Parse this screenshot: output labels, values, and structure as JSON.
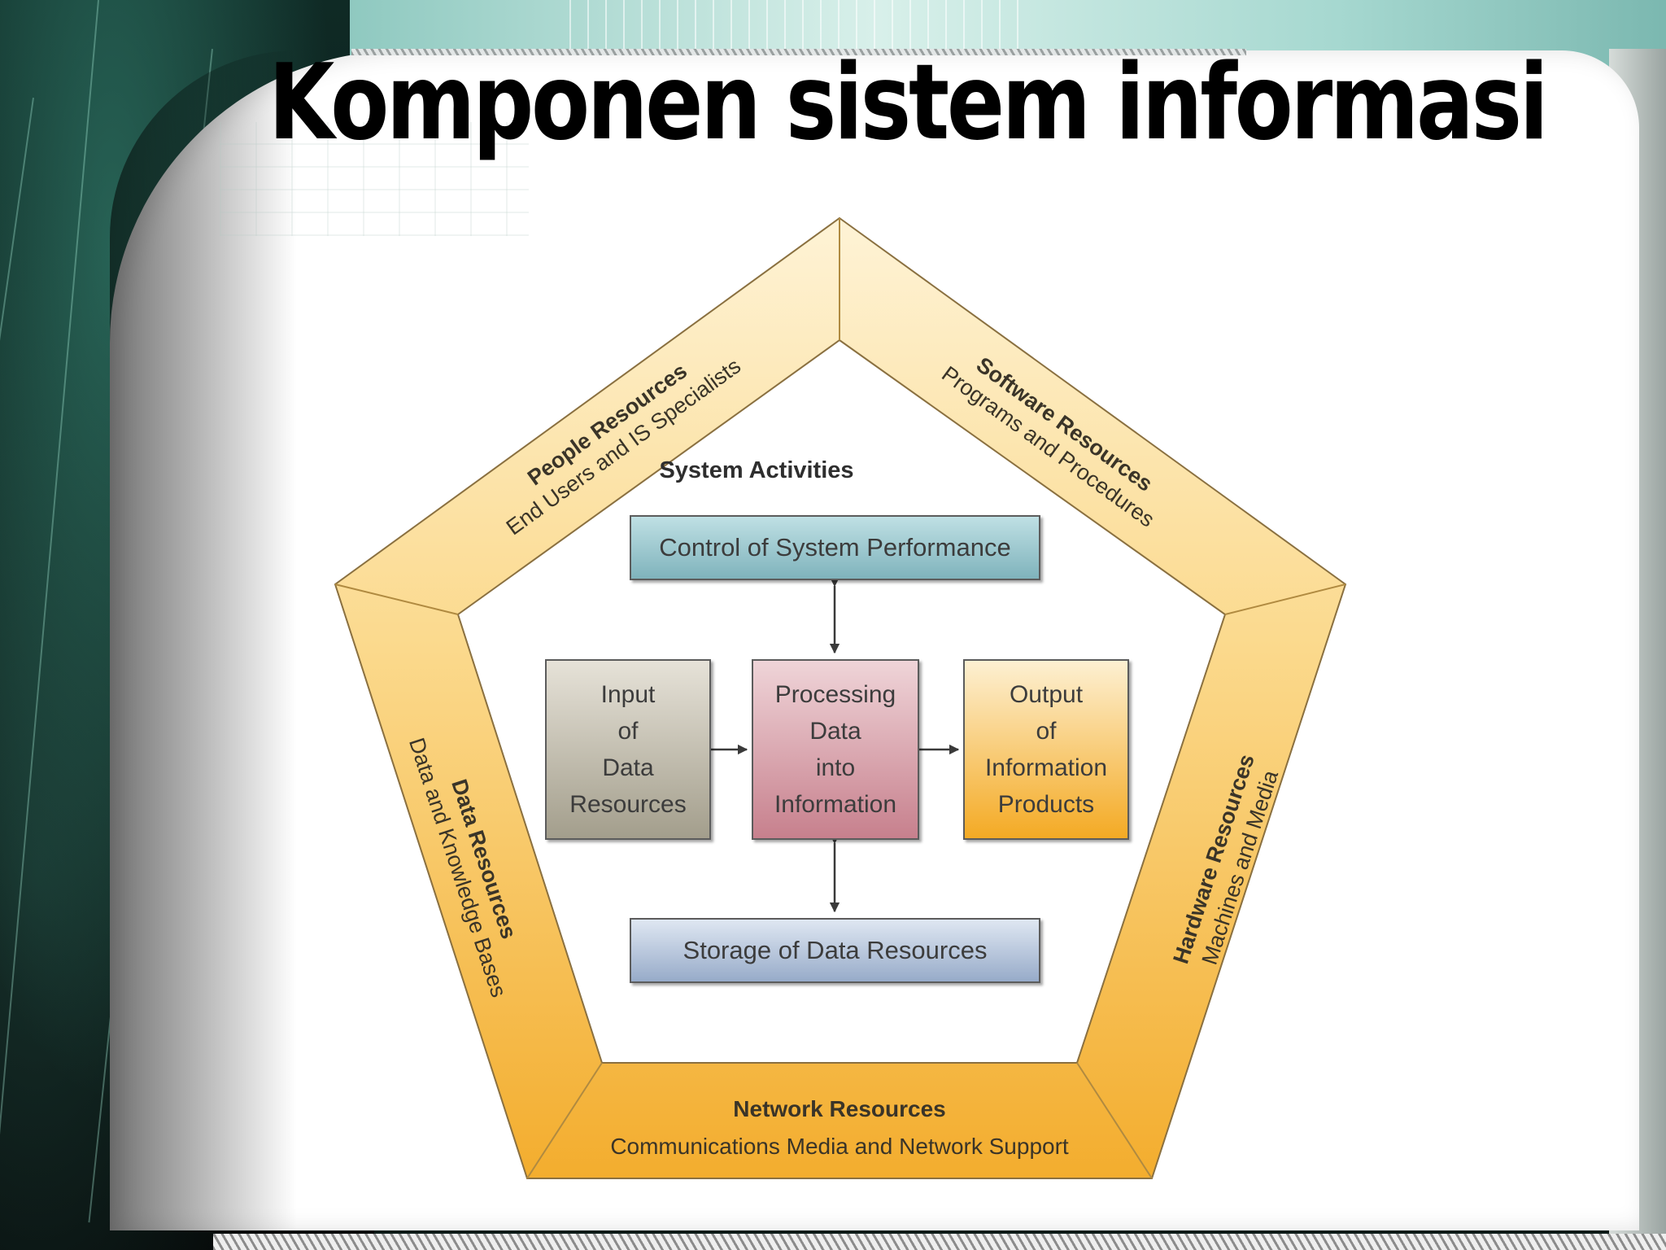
{
  "slide": {
    "title": "Komponen sistem informasi"
  },
  "diagram": {
    "resources": {
      "people": {
        "title": "People Resources",
        "subtitle": "End Users and IS Specialists"
      },
      "software": {
        "title": "Software Resources",
        "subtitle": "Programs and Procedures"
      },
      "hardware": {
        "title": "Hardware Resources",
        "subtitle": "Machines and Media"
      },
      "network": {
        "title": "Network Resources",
        "subtitle": "Communications Media and Network Support"
      },
      "data": {
        "title": "Data Resources",
        "subtitle": "Data and Knowledge Bases"
      }
    },
    "activities": {
      "title": "System Activities",
      "control": "Control of System Performance",
      "storage": "Storage of Data Resources",
      "input": {
        "lines": [
          "Input",
          "of",
          "Data",
          "Resources"
        ]
      },
      "processing": {
        "lines": [
          "Processing",
          "Data",
          "into",
          "Information"
        ]
      },
      "output": {
        "lines": [
          "Output",
          "of",
          "Information",
          "Products"
        ]
      }
    }
  },
  "colors": {
    "frame_light": "#fde9b6",
    "frame_dark": "#f6b73c",
    "control_box": "#8fbfc7",
    "storage_box": "#a9bcd8",
    "input_box": "#b5b0a0",
    "processing_box": "#d39aa4",
    "output_box": "#f7b63a"
  }
}
